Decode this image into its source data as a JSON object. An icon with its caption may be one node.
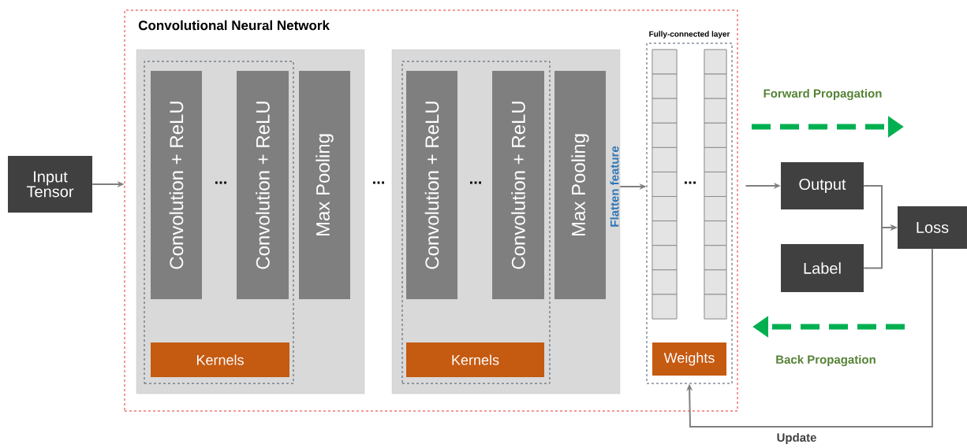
{
  "diagram": {
    "nodes": [
      {
        "text": [
          "Input Tensor"
        ]
      },
      {
        "text": [
          "Convolutional Neural Network"
        ]
      },
      {
        "text": [],
        "shape": "box",
        "in": 1
      },
      {
        "text": [],
        "shape": "box",
        "in": 2
      },
      {
        "text": [
          "Convolution + ReLU"
        ],
        "in": 3
      },
      {
        "text": [
          "Convolution + ReLU"
        ],
        "in": 3
      },
      {
        "text": [
          "Kernels"
        ],
        "in": 3
      },
      {
        "text": [
          "Max Pooling"
        ],
        "in": 2
      },
      {
        "text": [],
        "shape": "box",
        "in": 1
      },
      {
        "text": [],
        "shape": "box",
        "in": 8
      },
      {
        "text": [
          "Convolution + ReLU"
        ],
        "in": 9
      },
      {
        "text": [
          "Convolution + ReLU"
        ],
        "in": 9
      },
      {
        "text": [
          "Kernels"
        ],
        "in": 9
      },
      {
        "text": [
          "Max Pooling"
        ],
        "in": 8
      },
      {
        "text": [
          "Fully-connected layer"
        ],
        "in": 1
      },
      {
        "text": [],
        "shape": "bar",
        "in": 14
      },
      {
        "text": [],
        "shape": "bar",
        "in": 14
      },
      {
        "text": [
          "Weights"
        ],
        "in": 14
      },
      {
        "text": [
          "Output"
        ]
      },
      {
        "text": [
          "Label"
        ]
      },
      {
        "text": [
          "Loss"
        ]
      }
    ],
    "edges": [
      {
        "from": 0,
        "to": 1,
        "arrow": "to"
      },
      {
        "from": 8,
        "to": 14,
        "arrow": "to",
        "label": "Flatten feature"
      },
      {
        "from": 14,
        "to": 18,
        "arrow": "to"
      },
      {
        "from": 18,
        "to": 20,
        "arrow": "to"
      },
      {
        "from": 19,
        "to": 20,
        "arrow": "to"
      },
      {
        "from": 20,
        "to": 14,
        "arrow": "to",
        "label": "Update"
      }
    ],
    "labels": [
      "...",
      "...",
      "...",
      "...",
      "Forward Propagation",
      "Back Propagation"
    ]
  }
}
